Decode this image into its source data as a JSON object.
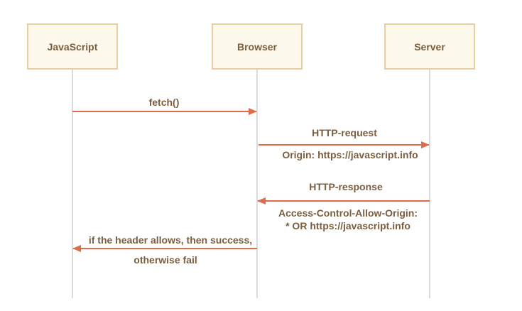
{
  "actors": {
    "javascript": "JavaScript",
    "browser": "Browser",
    "server": "Server"
  },
  "messages": {
    "fetch": "fetch()",
    "http_request": "HTTP-request",
    "origin_header": "Origin: https://javascript.info",
    "http_response": "HTTP-response",
    "acao_line1": "Access-Control-Allow-Origin:",
    "acao_line2": "* OR https://javascript.info",
    "result_line1": "if the header allows, then success,",
    "result_line2": "otherwise fail"
  },
  "colors": {
    "arrow": "#e06c4c",
    "lifeline": "#cfcfcf",
    "box_fill": "#fdf8ec",
    "box_border": "#e8cf9c",
    "text": "#7b5d3f"
  }
}
